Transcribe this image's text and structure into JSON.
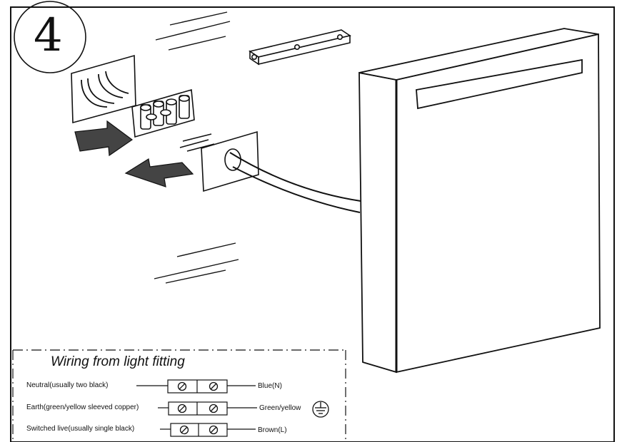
{
  "step_number": "4",
  "wiring_panel": {
    "title": "Wiring  from light fitting",
    "rows": [
      {
        "left": "Neutral(usually two black)",
        "right": "Blue(N)"
      },
      {
        "left": "Earth(green/yellow sleeved copper)",
        "right": "Green/yellow"
      },
      {
        "left": "Switched live(usually single black)",
        "right": "Brown(L)"
      }
    ]
  },
  "icons": {
    "earth": "earth-ground-icon",
    "screw": "screw-terminal-icon"
  },
  "colors": {
    "line": "#111111",
    "arrow_fill": "#444444",
    "background": "#ffffff"
  }
}
